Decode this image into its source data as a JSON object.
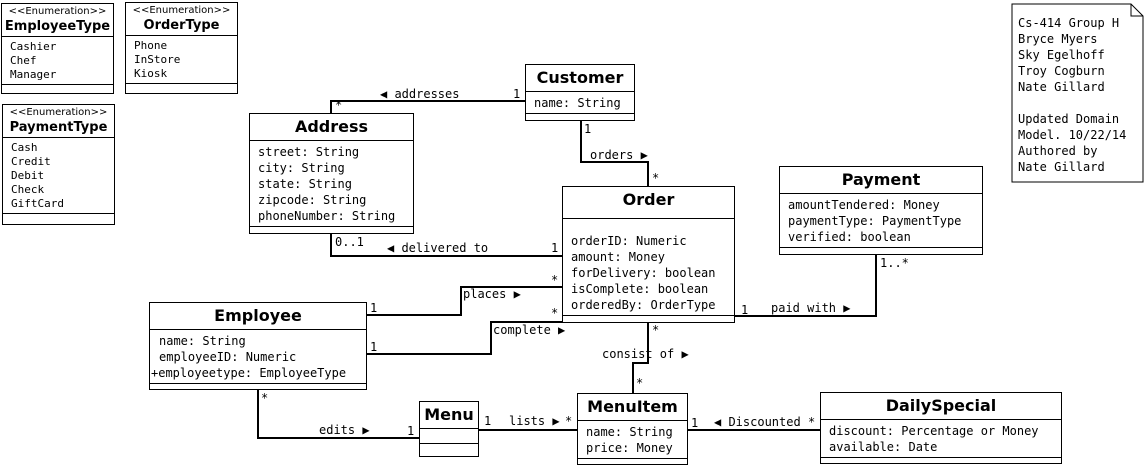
{
  "enums": {
    "employee_type": {
      "stereotype": "<<Enumeration>>",
      "name": "EmployeeType",
      "values": [
        "Cashier",
        "Chef",
        "Manager"
      ]
    },
    "order_type": {
      "stereotype": "<<Enumeration>>",
      "name": "OrderType",
      "values": [
        "Phone",
        "InStore",
        "Kiosk"
      ]
    },
    "payment_type": {
      "stereotype": "<<Enumeration>>",
      "name": "PaymentType",
      "values": [
        "Cash",
        "Credit",
        "Debit",
        "Check",
        "GiftCard"
      ]
    }
  },
  "classes": {
    "customer": {
      "name": "Customer",
      "attributes": [
        "name: String"
      ]
    },
    "address": {
      "name": "Address",
      "attributes": [
        "street: String",
        "city: String",
        "state: String",
        "zipcode: String",
        "phoneNumber: String"
      ]
    },
    "order": {
      "name": "Order",
      "attributes": [
        "orderID: Numeric",
        "amount: Money",
        "forDelivery: boolean",
        "isComplete: boolean",
        "orderedBy: OrderType"
      ]
    },
    "payment": {
      "name": "Payment",
      "attributes": [
        "amountTendered: Money",
        "paymentType: PaymentType",
        "verified: boolean"
      ]
    },
    "employee": {
      "name": "Employee",
      "attributes": [
        "name: String",
        "employeeID: Numeric",
        "+employeetype: EmployeeType"
      ]
    },
    "menu": {
      "name": "Menu",
      "attributes": []
    },
    "menu_item": {
      "name": "MenuItem",
      "attributes": [
        "name: String",
        "price: Money"
      ]
    },
    "daily_special": {
      "name": "DailySpecial",
      "attributes": [
        "discount: Percentage or Money",
        "available: Date"
      ]
    }
  },
  "associations": {
    "addresses": {
      "label": "◀ addresses",
      "mult_a": "*",
      "mult_b": "1"
    },
    "orders": {
      "label": "orders ▶",
      "mult_a": "1",
      "mult_b": "*"
    },
    "delivered_to": {
      "label": "◀ delivered to",
      "mult_a": "0..1",
      "mult_b": "1"
    },
    "places": {
      "label": "places ▶",
      "mult_a": "1",
      "mult_b": "*"
    },
    "complete": {
      "label": "complete ▶",
      "mult_a": "1",
      "mult_b": "*"
    },
    "paid_with": {
      "label": "paid with ▶",
      "mult_a": "1",
      "mult_b": "1..*"
    },
    "consist_of": {
      "label": "consist of ▶",
      "mult_a": "*",
      "mult_b": "*"
    },
    "edits": {
      "label": "edits ▶",
      "mult_a": "*",
      "mult_b": "1"
    },
    "lists": {
      "label": "lists ▶",
      "mult_a": "1",
      "mult_b": "*"
    },
    "discounted": {
      "label": "◀ Discounted",
      "mult_a": "1",
      "mult_b": "*"
    }
  },
  "note": {
    "lines": [
      "Cs-414 Group H",
      "Bryce Myers",
      "Sky Egelhoff",
      "Troy Cogburn",
      "Nate Gillard",
      "",
      "Updated Domain",
      "Model. 10/22/14",
      "Authored by",
      "Nate Gillard"
    ]
  }
}
